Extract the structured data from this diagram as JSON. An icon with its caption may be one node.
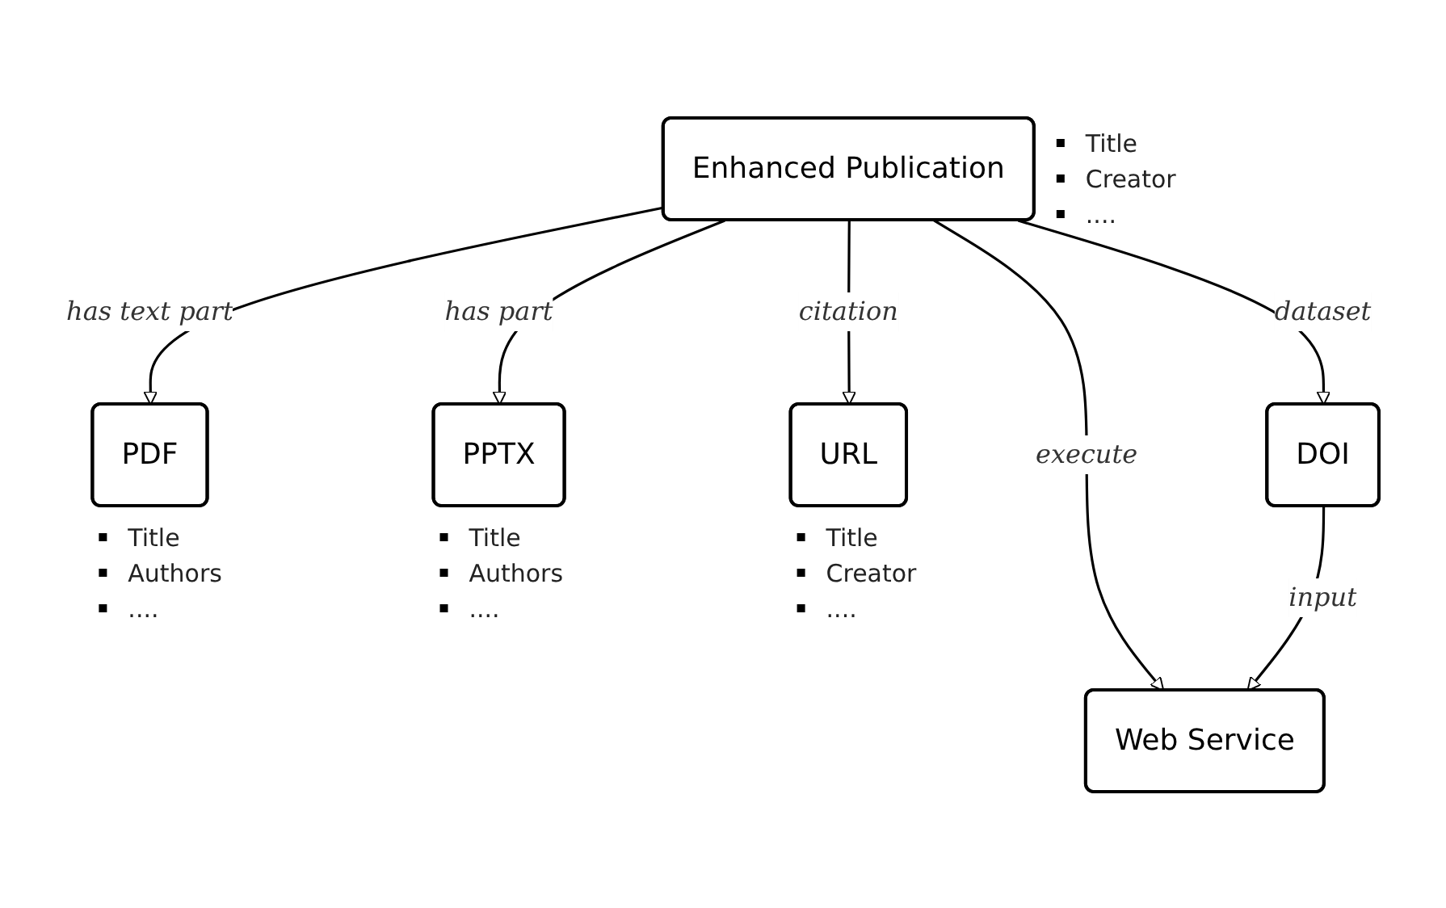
{
  "diagram": {
    "nodes": [
      {
        "text": [
          "Enhanced Publication"
        ],
        "beside": [
          "Title",
          "Creator",
          "...."
        ]
      },
      {
        "text": [
          "PDF"
        ],
        "beside": [
          "Title",
          "Authors",
          "...."
        ]
      },
      {
        "text": [
          "PPTX"
        ],
        "beside": [
          "Title",
          "Authors",
          "...."
        ]
      },
      {
        "text": [
          "URL"
        ],
        "beside": [
          "Title",
          "Creator",
          "...."
        ]
      },
      {
        "text": [
          "Web Service"
        ]
      },
      {
        "text": [
          "DOI"
        ]
      }
    ],
    "edges": [
      {
        "from": 0,
        "to": 1,
        "arrow": "to",
        "label": "has text part"
      },
      {
        "from": 0,
        "to": 2,
        "arrow": "to",
        "label": "has part"
      },
      {
        "from": 0,
        "to": 3,
        "arrow": "to",
        "label": "citation"
      },
      {
        "from": 0,
        "to": 4,
        "arrow": "to",
        "label": "execute"
      },
      {
        "from": 0,
        "to": 5,
        "arrow": "to",
        "label": "dataset"
      },
      {
        "from": 5,
        "to": 4,
        "arrow": "to",
        "label": "input"
      }
    ]
  }
}
